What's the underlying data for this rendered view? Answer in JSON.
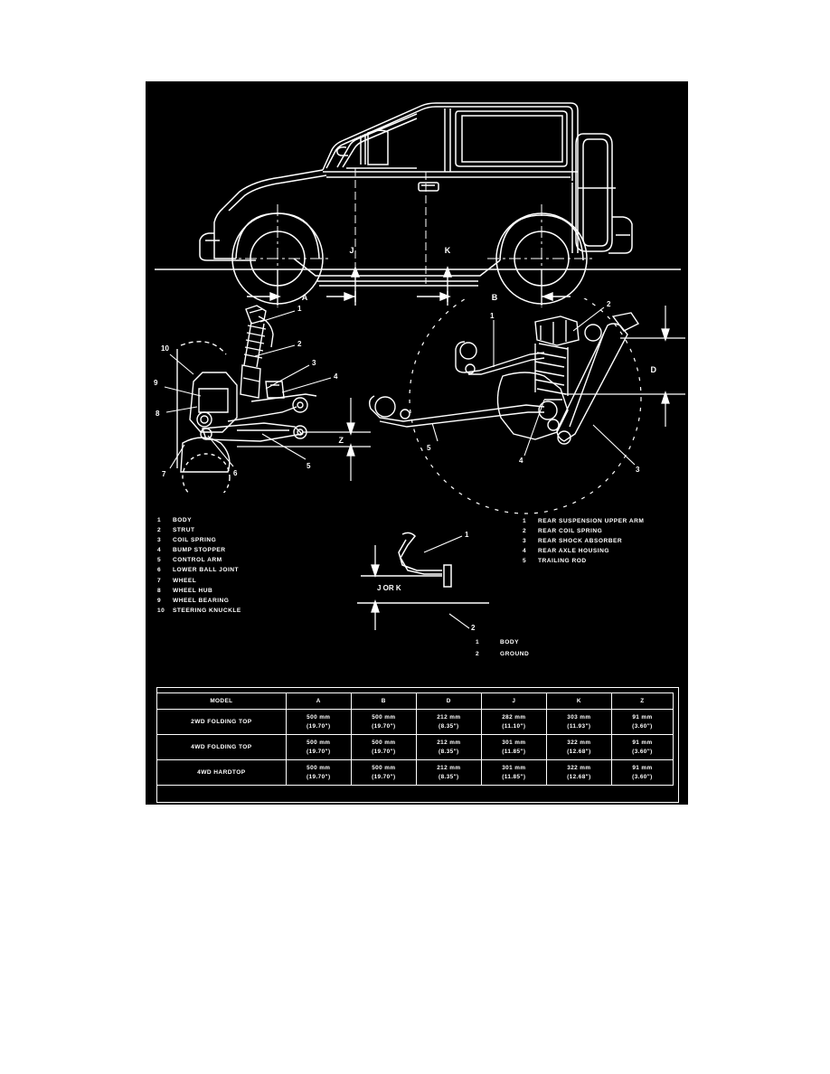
{
  "document": {
    "type": "vehicle-suspension-dimension-reference"
  },
  "vehicle_diagram": {
    "dimension_labels": [
      "A",
      "B",
      "J",
      "K"
    ],
    "label_A": "A",
    "label_B": "B",
    "label_J": "J",
    "label_K": "K"
  },
  "front_suspension": {
    "dimension_label": "Z",
    "callouts": [
      "1",
      "2",
      "3",
      "4",
      "5",
      "6",
      "7",
      "8",
      "9",
      "10"
    ],
    "legend": [
      {
        "num": "1",
        "label": "BODY"
      },
      {
        "num": "2",
        "label": "STRUT"
      },
      {
        "num": "3",
        "label": "COIL SPRING"
      },
      {
        "num": "4",
        "label": "BUMP STOPPER"
      },
      {
        "num": "5",
        "label": "CONTROL ARM"
      },
      {
        "num": "6",
        "label": "LOWER BALL JOINT"
      },
      {
        "num": "7",
        "label": "WHEEL"
      },
      {
        "num": "8",
        "label": "WHEEL HUB"
      },
      {
        "num": "9",
        "label": "WHEEL BEARING"
      },
      {
        "num": "10",
        "label": "STEERING KNUCKLE"
      }
    ]
  },
  "rear_suspension": {
    "dimension_label": "D",
    "callouts": [
      "1",
      "2",
      "3",
      "4",
      "5"
    ],
    "legend": [
      {
        "num": "1",
        "label": "REAR SUSPENSION UPPER ARM"
      },
      {
        "num": "2",
        "label": "REAR COIL SPRING"
      },
      {
        "num": "3",
        "label": "REAR SHOCK ABSORBER"
      },
      {
        "num": "4",
        "label": "REAR AXLE HOUSING"
      },
      {
        "num": "5",
        "label": "TRAILING ROD"
      }
    ]
  },
  "jk_diagram": {
    "dimension_label": "J OR K",
    "callouts": [
      "1",
      "2"
    ],
    "legend": [
      {
        "num": "1",
        "label": "BODY"
      },
      {
        "num": "2",
        "label": "GROUND"
      }
    ]
  },
  "spec_table": {
    "headers": [
      "MODEL",
      "A",
      "B",
      "D",
      "J",
      "K",
      "Z"
    ],
    "rows": [
      {
        "model": "2WD FOLDING TOP",
        "A_mm": "500 mm",
        "A_in": "(19.70\")",
        "B_mm": "500 mm",
        "B_in": "(19.70\")",
        "D_mm": "212 mm",
        "D_in": "(8.35\")",
        "J_mm": "282 mm",
        "J_in": "(11.10\")",
        "K_mm": "303 mm",
        "K_in": "(11.93\")",
        "Z_mm": "91 mm",
        "Z_in": "(3.60\")"
      },
      {
        "model": "4WD FOLDING TOP",
        "A_mm": "500 mm",
        "A_in": "(19.70\")",
        "B_mm": "500 mm",
        "B_in": "(19.70\")",
        "D_mm": "212 mm",
        "D_in": "(8.35\")",
        "J_mm": "301 mm",
        "J_in": "(11.85\")",
        "K_mm": "322 mm",
        "K_in": "(12.68\")",
        "Z_mm": "91 mm",
        "Z_in": "(3.60\")"
      },
      {
        "model": "4WD HARDTOP",
        "A_mm": "500 mm",
        "A_in": "(19.70\")",
        "B_mm": "500 mm",
        "B_in": "(19.70\")",
        "D_mm": "212 mm",
        "D_in": "(8.35\")",
        "J_mm": "301 mm",
        "J_in": "(11.85\")",
        "K_mm": "322 mm",
        "K_in": "(12.68\")",
        "Z_mm": "91 mm",
        "Z_in": "(3.60\")"
      }
    ]
  },
  "colors": {
    "panel_background": "#000000",
    "line": "#ffffff",
    "page_background": "#ffffff"
  }
}
